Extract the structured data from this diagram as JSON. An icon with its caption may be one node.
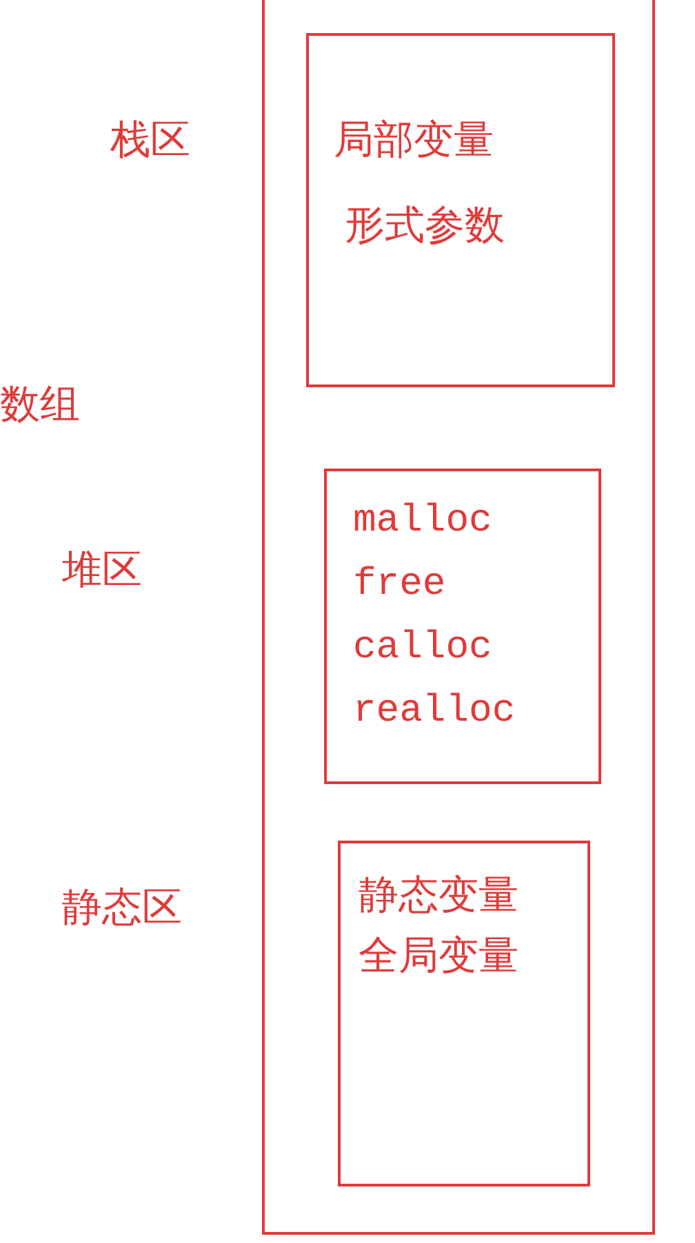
{
  "diagram": {
    "nodes": [
      {
        "text": [],
        "shape": "box"
      },
      {
        "text": [
          "局部变量",
          "形式参数"
        ],
        "in": 0
      },
      {
        "text": [
          "malloc",
          "free",
          "calloc",
          "realloc"
        ],
        "in": 0
      },
      {
        "text": [
          "静态变量",
          "全局变量"
        ],
        "in": 0
      }
    ],
    "labels": [
      "栈区",
      "数组",
      "堆区",
      "静态区"
    ]
  }
}
